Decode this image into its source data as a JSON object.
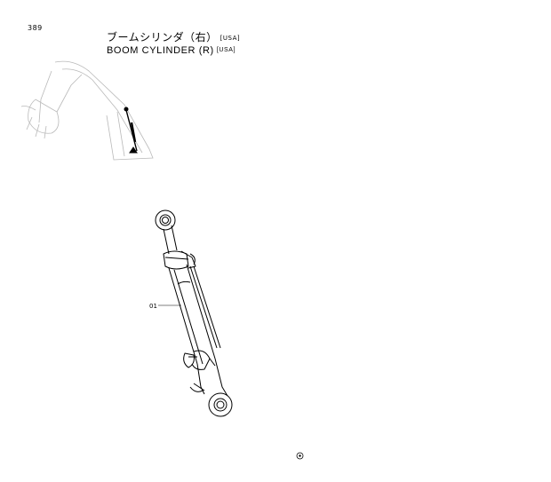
{
  "page_number": "389",
  "title": {
    "japanese": "ブームシリンダ（右）",
    "english": "BOOM CYLINDER (R)",
    "region_tag": "[USA]"
  },
  "callouts": [
    {
      "label": "01"
    }
  ],
  "icons": {
    "locator": "excavator-locator-icon",
    "part": "boom-cylinder-drawing",
    "footer": "circled-registration-icon"
  }
}
